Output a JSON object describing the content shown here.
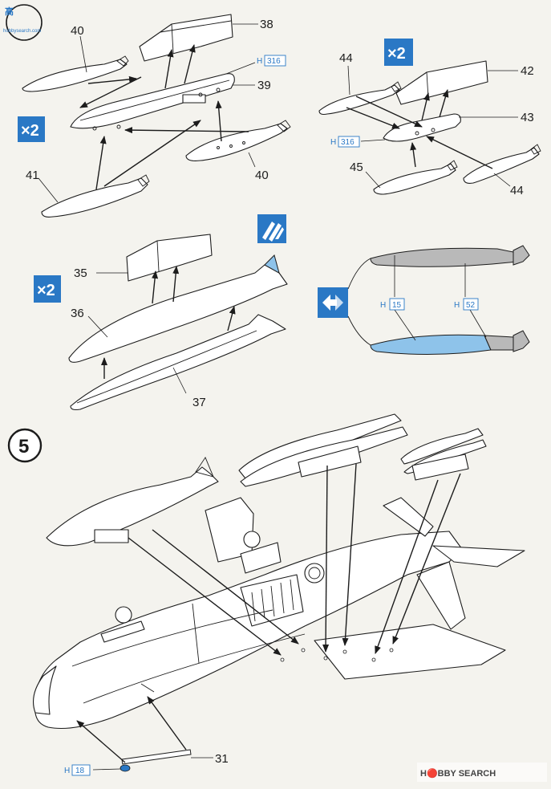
{
  "parts": {
    "p31": "31",
    "p35": "35",
    "p36": "36",
    "p37": "37",
    "p38": "38",
    "p39": "39",
    "p40a": "40",
    "p40b": "40",
    "p41": "41",
    "p42": "42",
    "p43": "43",
    "p44a": "44",
    "p44b": "44",
    "p45": "45"
  },
  "multipliers": {
    "a": "×2",
    "b": "×2",
    "c": "×2"
  },
  "colors": {
    "h_prefix": "H",
    "h316a": "316",
    "h316b": "316",
    "h15": "15",
    "h52": "52",
    "h18": "18"
  },
  "step": {
    "number": "5"
  },
  "watermark": {
    "brand": "H🔴BBY SEARCH",
    "corner": "高",
    "corner_url": "hobbysearch.com"
  },
  "palette": {
    "blue": "#2a78c5",
    "light_blue": "#8ec3ea",
    "grey": "#b9b9b9"
  },
  "icons": [
    "painting-icon",
    "swap-arrows-icon"
  ]
}
